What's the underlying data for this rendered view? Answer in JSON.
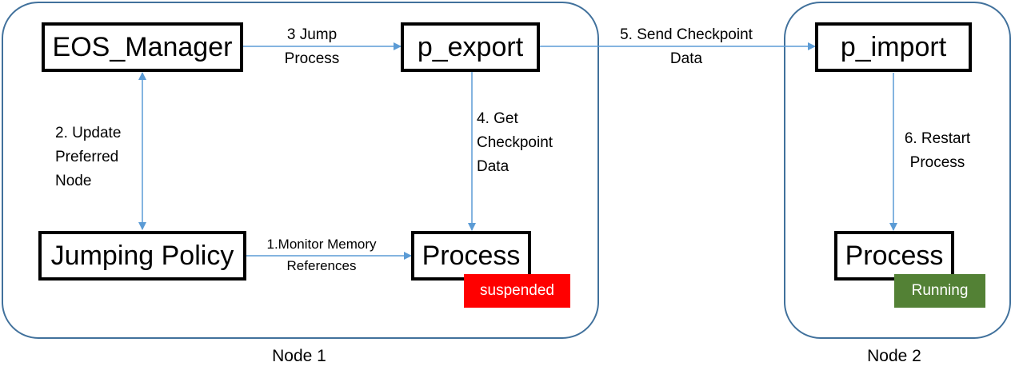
{
  "nodes": [
    {
      "label": "Node 1"
    },
    {
      "label": "Node 2"
    }
  ],
  "boxes": {
    "eos_manager": "EOS_Manager",
    "p_export": "p_export",
    "p_import": "p_import",
    "jumping_policy": "Jumping Policy",
    "process_node1": "Process",
    "process_node2": "Process"
  },
  "badges": {
    "suspended": {
      "text": "suspended",
      "color": "#ff0000"
    },
    "running": {
      "text": "Running",
      "color": "#538135"
    }
  },
  "steps": {
    "step1": [
      "1.Monitor Memory",
      "References"
    ],
    "step2": [
      "2. Update",
      "Preferred",
      "Node"
    ],
    "step3": [
      "3 Jump",
      "Process"
    ],
    "step4": [
      "4. Get",
      "Checkpoint",
      "Data"
    ],
    "step5": [
      "5. Send Checkpoint",
      "Data"
    ],
    "step6": [
      "6. Restart",
      "Process"
    ]
  },
  "colors": {
    "arrow": "#5b9bd5",
    "node_border": "#41719c"
  }
}
